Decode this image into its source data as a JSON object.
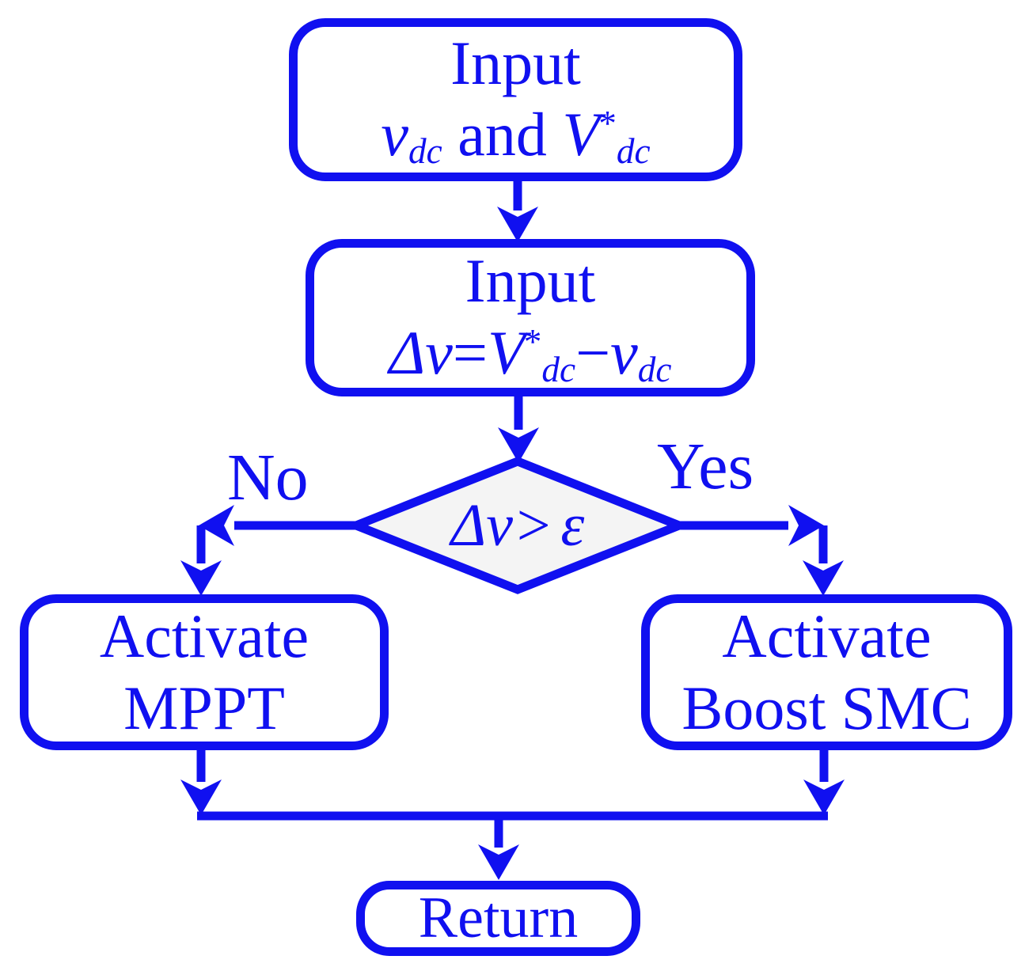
{
  "colors": {
    "accent": "#1010F0",
    "diamond_fill": "#F4F4F4",
    "node_fill": "#FFFFFF"
  },
  "nodes": {
    "input1": {
      "title": "Input",
      "expr": {
        "v": "v",
        "v_sub": "dc",
        "conj": " and ",
        "V": "V",
        "V_sup": "*",
        "V_sub": "dc"
      }
    },
    "input2": {
      "title": "Input",
      "expr": {
        "dv": "Δv",
        "eq": "=",
        "V": "V",
        "V_sup": "*",
        "V_sub": "dc",
        "minus": "−",
        "v": "v",
        "v_sub": "dc"
      }
    },
    "decision": {
      "lhs": "Δv>",
      "rhs": "ε"
    },
    "branch_no": "No",
    "branch_yes": "Yes",
    "mppt": {
      "line1": "Activate",
      "line2": "MPPT"
    },
    "smc": {
      "line1": "Activate",
      "line2": "Boost SMC"
    },
    "return": {
      "label": "Return"
    }
  }
}
